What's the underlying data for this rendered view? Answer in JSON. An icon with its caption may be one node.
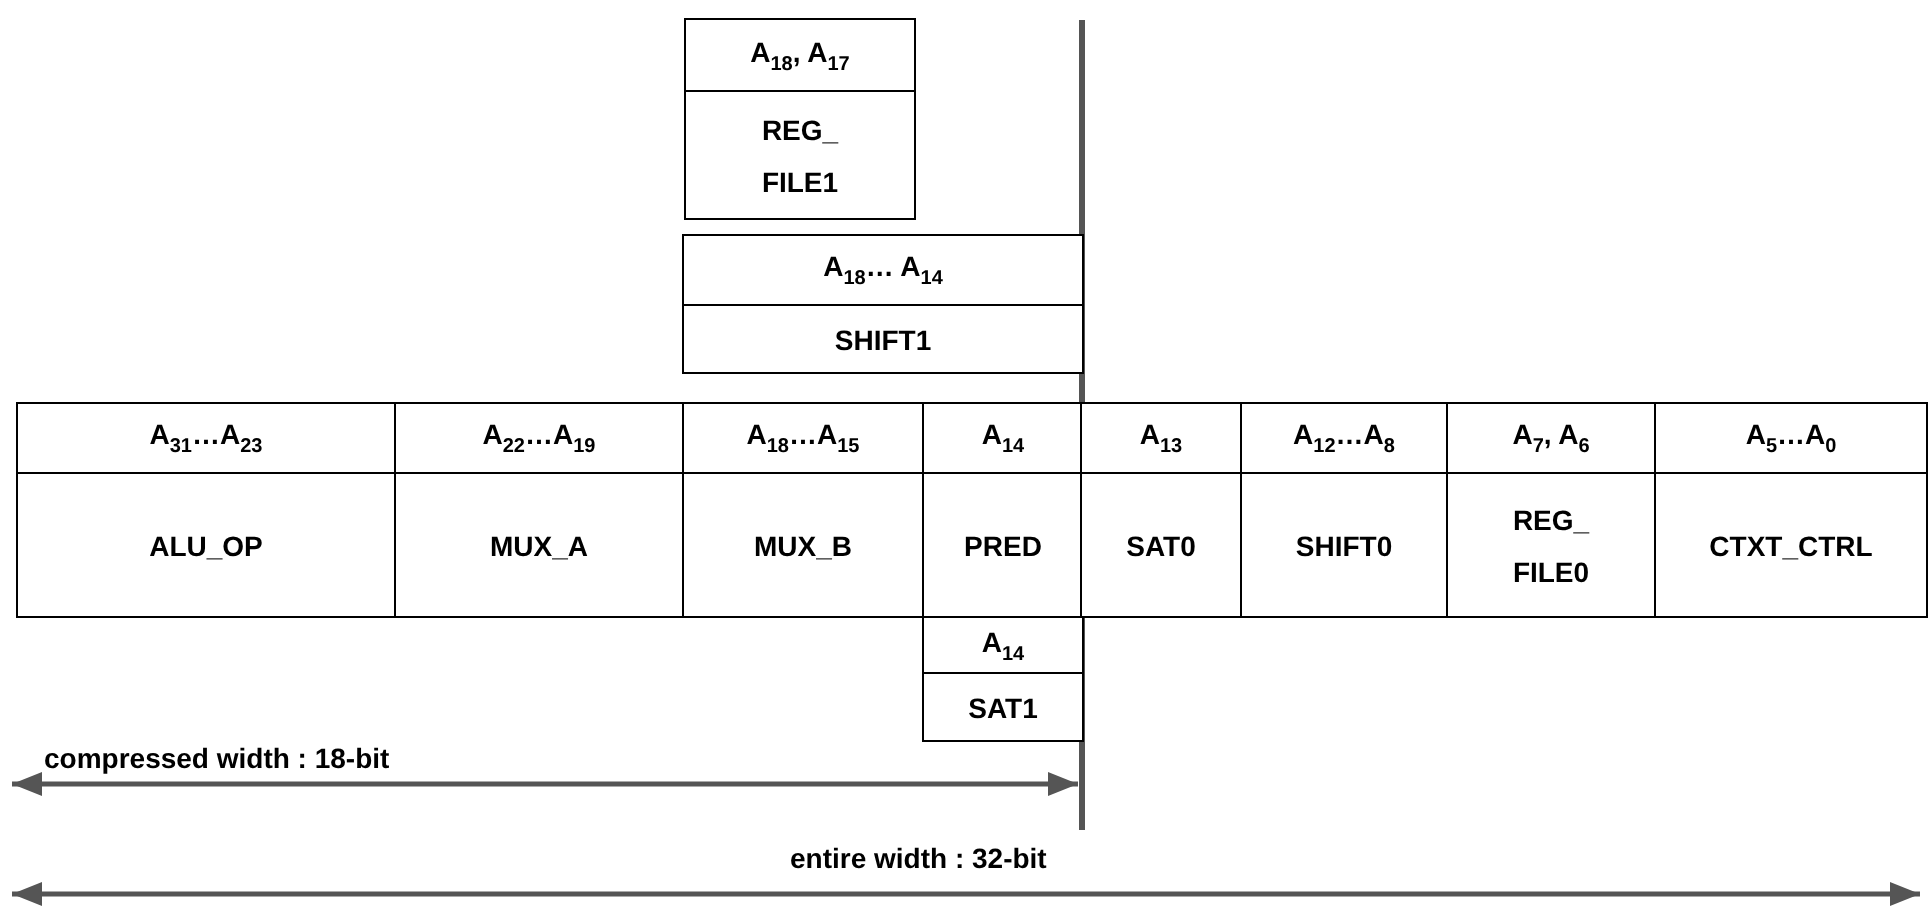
{
  "diagram": {
    "nodes": [
      {
        "text": [
          "A$_{18}$, A$_{17}$",
          "REG_ FILE1"
        ]
      },
      {
        "text": [
          "A$_{18}$… A$_{14}$",
          "SHIFT1"
        ]
      },
      {
        "text": [
          "A$_{31}$…A$_{23}$",
          "ALU_OP"
        ]
      },
      {
        "text": [
          "A$_{22}$…A$_{19}$",
          "MUX_A"
        ]
      },
      {
        "text": [
          "A$_{18}$…A$_{15}$",
          "MUX_B"
        ]
      },
      {
        "text": [
          "A$_{14}$",
          "PRED"
        ]
      },
      {
        "text": [
          "A$_{13}$",
          "SAT0"
        ]
      },
      {
        "text": [
          "A$_{12}$…A$_{8}$",
          "SHIFT0"
        ]
      },
      {
        "text": [
          "A$_{7}$, A$_{6}$",
          "REG_ FILE0"
        ]
      },
      {
        "text": [
          "A$_{5}$…A$_{0}$",
          "CTXT_CTRL"
        ]
      },
      {
        "text": [
          "A$_{14}$",
          "SAT1"
        ]
      }
    ],
    "labels": [
      "compressed width : 18-bit",
      "entire width : 32-bit"
    ]
  }
}
